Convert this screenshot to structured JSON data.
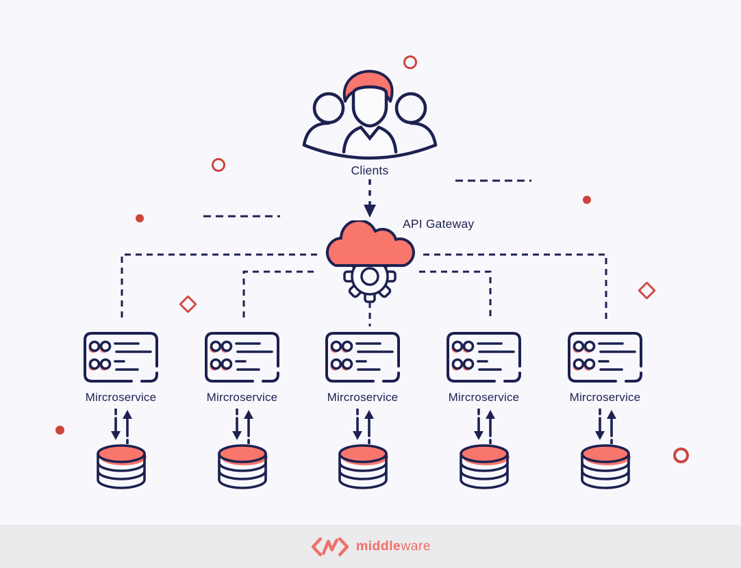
{
  "diagram": {
    "clients_label": "Clients",
    "api_gateway_label": "API Gateway"
  },
  "services": [
    {
      "label": "Mircroservice"
    },
    {
      "label": "Mircroservice"
    },
    {
      "label": "Mircroservice"
    },
    {
      "label": "Mircroservice"
    },
    {
      "label": "Mircroservice"
    }
  ],
  "logo": {
    "middle": "middle",
    "ware": "ware"
  },
  "icons": {
    "clients": "three-users-icon",
    "api_gateway": "cloud-gear-icon",
    "service": "server-card-icon",
    "storage": "database-cylinder-icon",
    "flow_down": "arrow-down-icon",
    "flow_up": "arrow-up-icon",
    "brand": "middleware-logo-mark"
  },
  "colors": {
    "background": "#f8f7fc",
    "footer": "#ebeaed",
    "navy": "#1c2150",
    "coral": "#f9766d",
    "decor_red": "#cb453e",
    "logo_red": "#ef6f68"
  }
}
